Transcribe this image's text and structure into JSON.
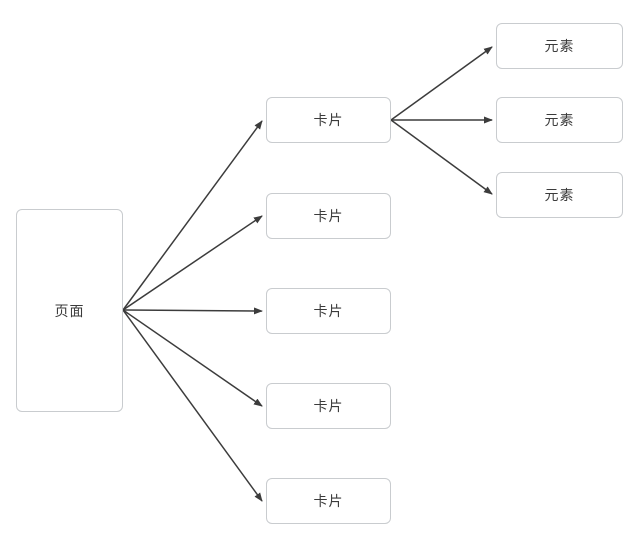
{
  "diagram": {
    "type": "flowchart-tree",
    "background_color": "#ffffff",
    "node_border_color": "#c9cccf",
    "node_fill_color": "#ffffff",
    "arrow_color": "#3c3c3c",
    "text_color": "#3b3b3b",
    "nodes": [
      {
        "id": "page",
        "label": "页面",
        "type": "page"
      },
      {
        "id": "card-1",
        "label": "卡片",
        "type": "card"
      },
      {
        "id": "card-2",
        "label": "卡片",
        "type": "card"
      },
      {
        "id": "card-3",
        "label": "卡片",
        "type": "card"
      },
      {
        "id": "card-4",
        "label": "卡片",
        "type": "card"
      },
      {
        "id": "card-5",
        "label": "卡片",
        "type": "card"
      },
      {
        "id": "element-1",
        "label": "元素",
        "type": "element"
      },
      {
        "id": "element-2",
        "label": "元素",
        "type": "element"
      },
      {
        "id": "element-3",
        "label": "元素",
        "type": "element"
      }
    ],
    "edges": [
      {
        "from": "page",
        "to": "card-1"
      },
      {
        "from": "page",
        "to": "card-2"
      },
      {
        "from": "page",
        "to": "card-3"
      },
      {
        "from": "page",
        "to": "card-4"
      },
      {
        "from": "page",
        "to": "card-5"
      },
      {
        "from": "card-1",
        "to": "element-1"
      },
      {
        "from": "card-1",
        "to": "element-2"
      },
      {
        "from": "card-1",
        "to": "element-3"
      }
    ]
  }
}
